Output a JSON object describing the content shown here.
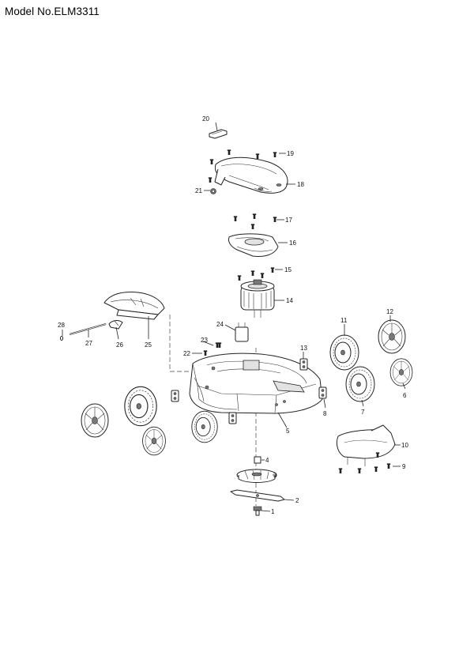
{
  "header": {
    "model": "Model No.ELM3311"
  },
  "callouts": {
    "c1": "1",
    "c2": "2",
    "c3": "3",
    "c4": "4",
    "c5": "5",
    "c6": "6",
    "c7": "7",
    "c8": "8",
    "c9": "9",
    "c10": "10",
    "c11": "11",
    "c12": "12",
    "c13": "13",
    "c14": "14",
    "c15": "15",
    "c16": "16",
    "c17": "17",
    "c18": "18",
    "c19": "19",
    "c20": "20",
    "c21": "21",
    "c22": "22",
    "c23": "23",
    "c24": "24",
    "c25": "25",
    "c26": "26",
    "c27": "27",
    "c28": "28"
  }
}
